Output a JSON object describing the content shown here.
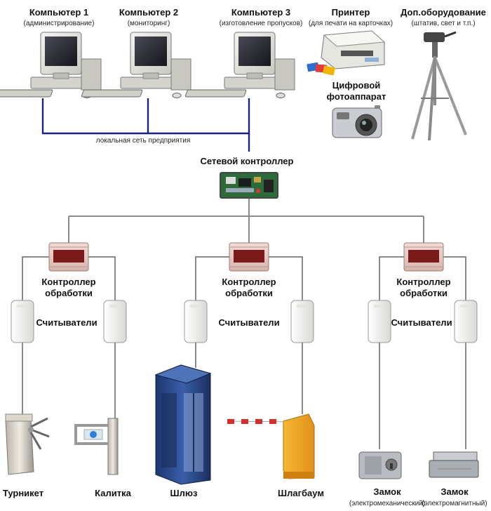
{
  "computers": [
    {
      "title": "Компьютер 1",
      "subtitle": "(администрирование)"
    },
    {
      "title": "Компьютер 2",
      "subtitle": "(мониторинг)"
    },
    {
      "title": "Компьютер 3",
      "subtitle": "(изготовление пропусков)"
    }
  ],
  "printer": {
    "title": "Принтер",
    "subtitle": "(для печати на карточках)"
  },
  "extra_equipment": {
    "title": "Доп.оборудование",
    "subtitle": "(штатив, свет и т.п.)"
  },
  "camera": {
    "title_line1": "Цифровой",
    "title_line2": "фотоаппарат"
  },
  "lan_label": "локальная сеть предприятия",
  "network_controller": "Сетевой контроллер",
  "controllers": [
    {
      "line1": "Контроллер",
      "line2": "обработки"
    },
    {
      "line1": "Контроллер",
      "line2": "обработки"
    },
    {
      "line1": "Контроллер",
      "line2": "обработки"
    }
  ],
  "readers_label": "Считыватели",
  "devices": {
    "turnstile": "Турникет",
    "wicket": "Калитка",
    "airlock": "Шлюз",
    "barrier": "Шлагбаум",
    "lock_em": {
      "title": "Замок",
      "subtitle": "(электромеханический)"
    },
    "lock_mag": {
      "title": "Замок",
      "subtitle": "(электромагнитный)"
    }
  },
  "colors": {
    "lan_line": "#1a237e",
    "bus_line": "#8a8a8a",
    "controller_body": "#e8c9c2",
    "controller_window": "#7a1a1a",
    "network_board": "#2e6b3a",
    "airlock_body": "#2b4a8c",
    "barrier_housing": "#f0a020"
  }
}
